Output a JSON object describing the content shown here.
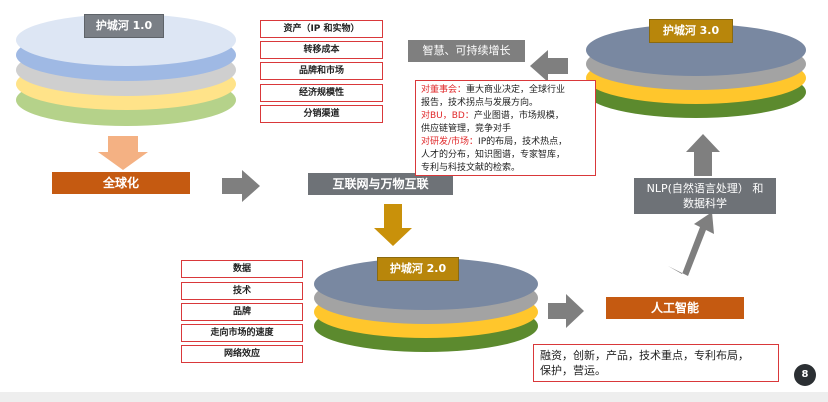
{
  "stage1": {
    "badge": "护城河 1.0"
  },
  "stage2": {
    "badge": "护城河 2.0"
  },
  "stage3": {
    "badge": "护城河 3.0"
  },
  "list1": [
    "资产（IP 和实物）",
    "转移成本",
    "品牌和市场",
    "经济规模性",
    "分销渠道"
  ],
  "list2": [
    "数据",
    "技术",
    "品牌",
    "走向市场的速度",
    "网络效应"
  ],
  "labels": {
    "globalization": "全球化",
    "internet": "互联网与万物互联",
    "ai": "人工智能",
    "nlp_line1": "NLP(自然语言处理） 和",
    "nlp_line2": "数据科学",
    "wisdom": "智慧、可持续增长"
  },
  "desc": {
    "l1_label": "对董事会：",
    "l1_text": "重大商业决定，全球行业",
    "l2_text": "报告，技术拐点与发展方向。",
    "l3_label": "对BU，BD：",
    "l3_text": "产业图谱，市场规模，",
    "l4_text": "供应链管理，竞争对手",
    "l5_label": "对研发/市场：",
    "l5_text": "IP的布局，技术热点，",
    "l6_text": "人才的分布，知识图谱，专家智库，",
    "l7_text": "专利与科技文献的检索。"
  },
  "bottom_desc": {
    "line1": "融资，创新，产品，技术重点，专利布局，",
    "line2": "保护，营运。"
  },
  "page_number": "8",
  "colors": {
    "badge_gold": "#b8860b",
    "accent_orange": "#c55a11",
    "box_border_red": "#d9383a",
    "arrow_gray": "#7f7f7f",
    "arrow_gold": "#c9910a"
  }
}
